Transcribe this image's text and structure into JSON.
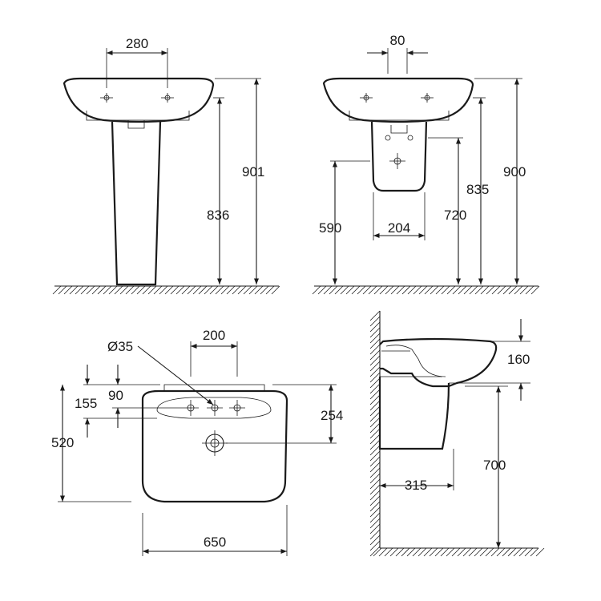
{
  "views": {
    "pedestal_front": {
      "tap_spacing": "280",
      "total_height": "901",
      "rim_height": "836"
    },
    "semi_pedestal_front": {
      "tap_spacing": "80",
      "total_height": "900",
      "rim_height": "835",
      "waste_height": "720",
      "mount_height": "590",
      "pedestal_width": "204"
    },
    "top_view": {
      "hole_diameter": "Ø35",
      "tap_spacing": "200",
      "depth": "520",
      "fix_offset_1": "155",
      "fix_offset_2": "90",
      "waste_offset": "254",
      "width": "650"
    },
    "side_view": {
      "rim_thickness": "160",
      "mount_height": "700",
      "projection": "315"
    }
  }
}
